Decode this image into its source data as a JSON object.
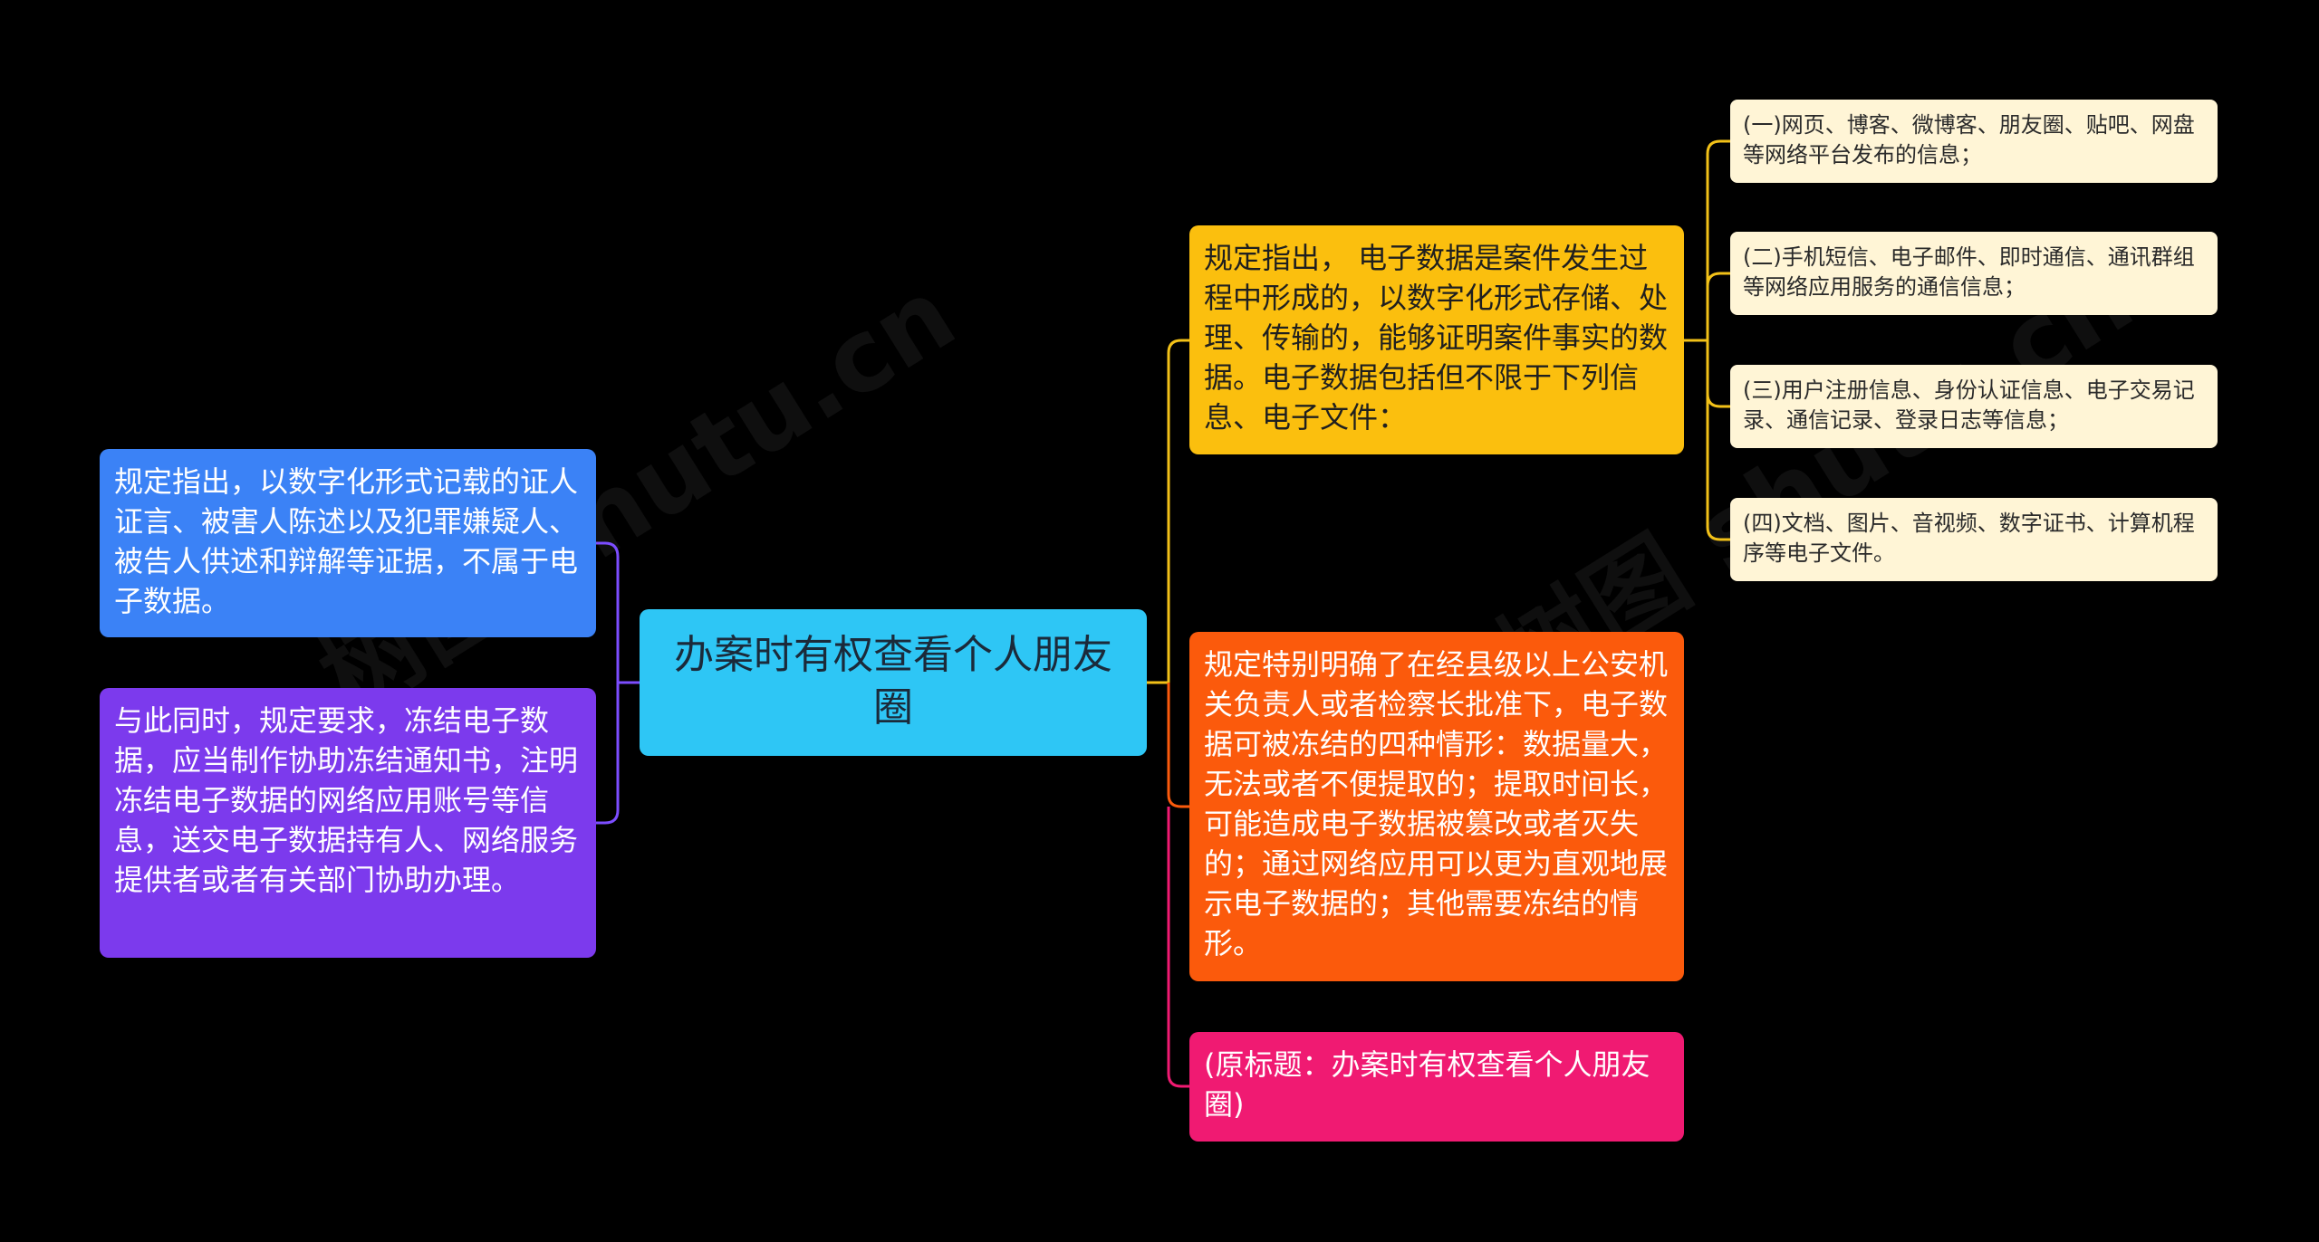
{
  "colors": {
    "background": "#000000",
    "root": "#2ec6f5",
    "left_1": "#3b82f6",
    "left_2": "#7c3aed",
    "right_1": "#fbbf0e",
    "right_2": "#fb5a0c",
    "right_3": "#f01a72",
    "leaf": "#fff5d6",
    "link_purple": "#7c4dff",
    "link_gold": "#f2c118",
    "link_orange": "#fb5a0c",
    "link_pink": "#f01a72"
  },
  "root": {
    "text": "办案时有权查看个人朋友圈"
  },
  "left": [
    {
      "text": "规定指出，以数字化形式记载的证人证言、被害人陈述以及犯罪嫌疑人、被告人供述和辩解等证据，不属于电子数据。"
    },
    {
      "text": "与此同时，规定要求，冻结电子数据，应当制作协助冻结通知书，注明冻结电子数据的网络应用账号等信息，送交电子数据持有人、网络服务提供者或者有关部门协助办理。"
    }
  ],
  "right": [
    {
      "text": "规定指出， 电子数据是案件发生过程中形成的，以数字化形式存储、处理、传输的，能够证明案件事实的数据。电子数据包括但不限于下列信息、电子文件："
    },
    {
      "text": "规定特别明确了在经县级以上公安机关负责人或者检察长批准下，电子数据可被冻结的四种情形：数据量大，无法或者不便提取的；提取时间长，可能造成电子数据被篡改或者灭失的；通过网络应用可以更为直观地展示电子数据的；其他需要冻结的情形。"
    },
    {
      "text": "(原标题：办案时有权查看个人朋友圈)"
    }
  ],
  "leaves": [
    {
      "text": "(一)网页、博客、微博客、朋友圈、贴吧、网盘等网络平台发布的信息；"
    },
    {
      "text": "(二)手机短信、电子邮件、即时通信、通讯群组等网络应用服务的通信信息；"
    },
    {
      "text": "(三)用户注册信息、身份认证信息、电子交易记录、通信记录、登录日志等信息；"
    },
    {
      "text": "(四)文档、图片、音视频、数字证书、计算机程序等电子文件。"
    }
  ],
  "watermark": {
    "text": "树图 shutu.cn"
  }
}
